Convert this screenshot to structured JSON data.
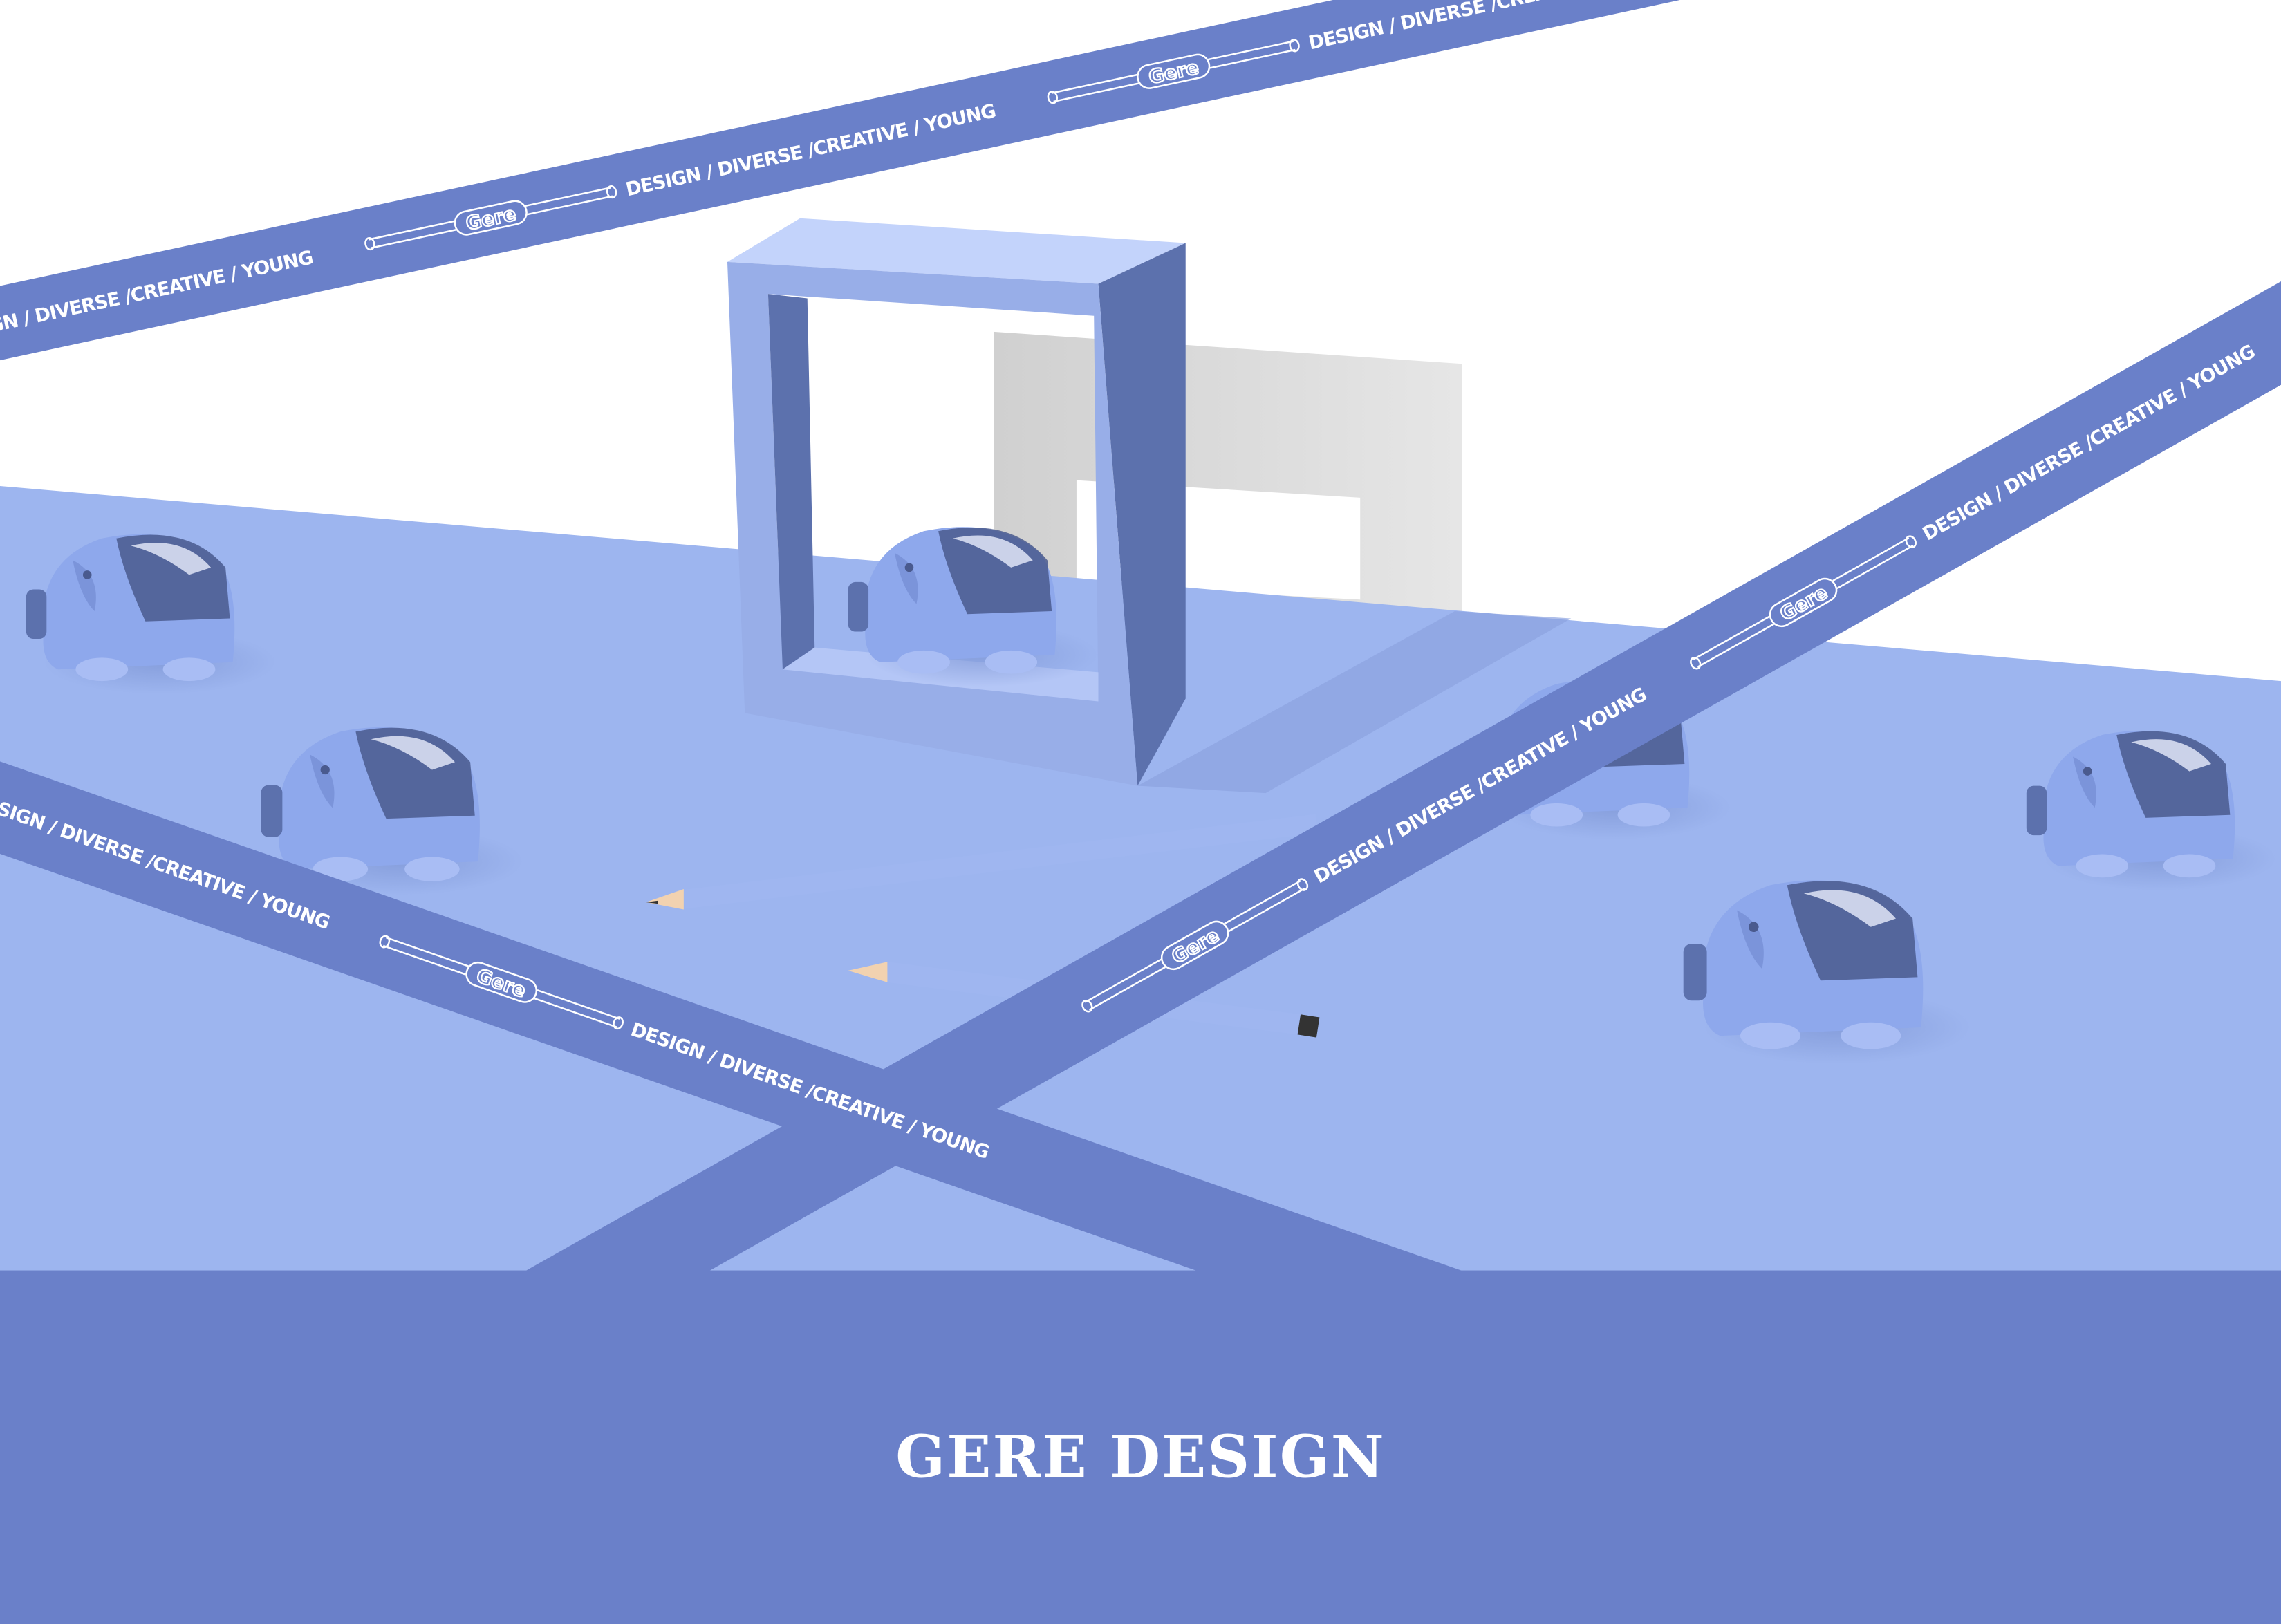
{
  "poster": {
    "title": "GERE DESIGN",
    "ribbon_slogan": "DESIGN / DIVERSE /CREATIVE / YOUNG",
    "ribbon_logo": "Gere",
    "colors": {
      "ribbon": "#6a80c9",
      "floor": "#9db5ef",
      "band": "#6a80c9",
      "frame_front": "#98aee8",
      "frame_side": "#5c71ad",
      "frame_top": "#c3d3fb",
      "background": "#ffffff"
    }
  }
}
